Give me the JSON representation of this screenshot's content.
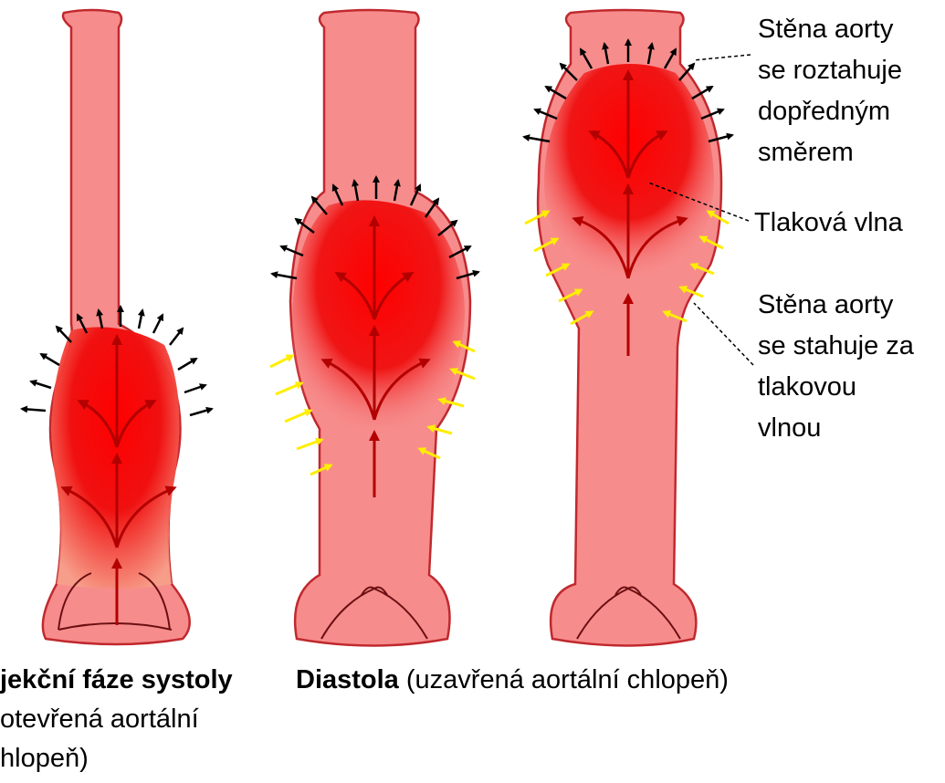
{
  "captions": {
    "systole_bold": "jekční fáze systoly",
    "systole_line2": "otevřená aortální",
    "systole_line3": "hlopeň)",
    "diastole_bold": "Diastola",
    "diastole_rest": " (uzavřená aortální chlopeň)"
  },
  "annotations": {
    "wall_expands": [
      "Stěna aorty",
      "se roztahuje",
      "dopředným",
      "směrem"
    ],
    "pressure_wave": "Tlaková vlna",
    "wall_contracts": [
      "Stěna aorty",
      "se stahuje za",
      "tlakovou",
      "vlnou"
    ]
  },
  "colors": {
    "vessel_fill": "#f78c8c",
    "vessel_outline": "#c0292e",
    "wave_core": "#ff0000",
    "flow_arrow": "#b30000",
    "expansion_arrow": "#000000",
    "contraction_arrow": "#ffee00"
  }
}
